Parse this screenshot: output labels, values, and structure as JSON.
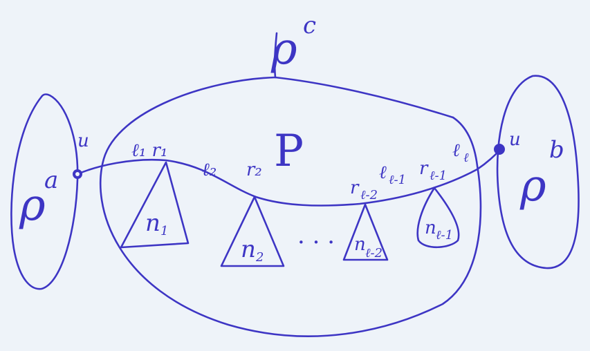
{
  "labels": {
    "pc": "ρ",
    "pc_sup": "c",
    "pa": "ρ",
    "pa_sup": "a",
    "pb": "ρ",
    "pb_sup": "b",
    "P": "P",
    "u": "u",
    "v": "u",
    "l1r1": "ℓ₁ r₁",
    "l2": "ℓ₂",
    "r2": "r₂",
    "r_lm2": "r",
    "r_lm2_sub": "ℓ-2",
    "l_lm1": "ℓ",
    "l_lm1_sub": "ℓ-1",
    "r_lm1": "r",
    "r_lm1_sub": "ℓ-1",
    "l_l": "ℓ",
    "l_l_sub": "ℓ",
    "n1": "n",
    "n1_sub": "1",
    "n2": "n",
    "n2_sub": "2",
    "nlm2": "n",
    "nlm2_sub": "ℓ-2",
    "nlm1": "n",
    "nlm1_sub": "ℓ-1",
    "dots": "· · ·"
  },
  "colors": {
    "ink": "#3d35c4",
    "paper": "#eef3f9"
  }
}
